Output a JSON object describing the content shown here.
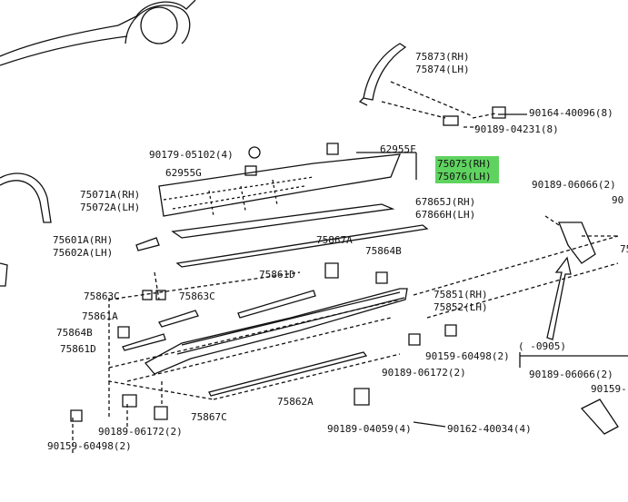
{
  "labels": {
    "p75873": "75873(RH)",
    "p75874": "75874(LH)",
    "p90164": "90164-40096(8)",
    "p90189_04231": "90189-04231(8)",
    "p90179": "90179-05102(4)",
    "p62955F": "62955F",
    "p75075": "75075(RH)",
    "p75076": "75076(LH)",
    "p62955G": "62955G",
    "p75071A": "75071A(RH)",
    "p75072A": "75072A(LH)",
    "p67865J": "67865J(RH)",
    "p67866H": "67866H(LH)",
    "p90189_06066_top": "90189-06066(2)",
    "p90_top_right": "90",
    "p75601A": "75601A(RH)",
    "p75602A": "75602A(LH)",
    "p75867A": "75867A",
    "p75864B_top": "75864B",
    "p75_right": "75",
    "p75861D_top": "75861D",
    "p75863C_left": "75863C",
    "p75863C_right": "75863C",
    "p75851": "75851(RH)",
    "p75852": "75852(LH)",
    "p75861A": "75861A",
    "p75864B_left": "75864B",
    "p90159_60498_mid": "90159-60498(2)",
    "p75861D_left": "75861D",
    "p0905": "( -0905)",
    "p90189_06172_mid": "90189-06172(2)",
    "p90189_06066_bottom": "90189-06066(2)",
    "p90159_right": "90159-",
    "p75862A": "75862A",
    "p90189_06172_bottom": "90189-06172(2)",
    "p75867C": "75867C",
    "p90189_04059": "90189-04059(4)",
    "p90162": "90162-40034(4)",
    "p90159_60498_bottom": "90159-60498(2)"
  },
  "highlight_color": "#5fd35f"
}
